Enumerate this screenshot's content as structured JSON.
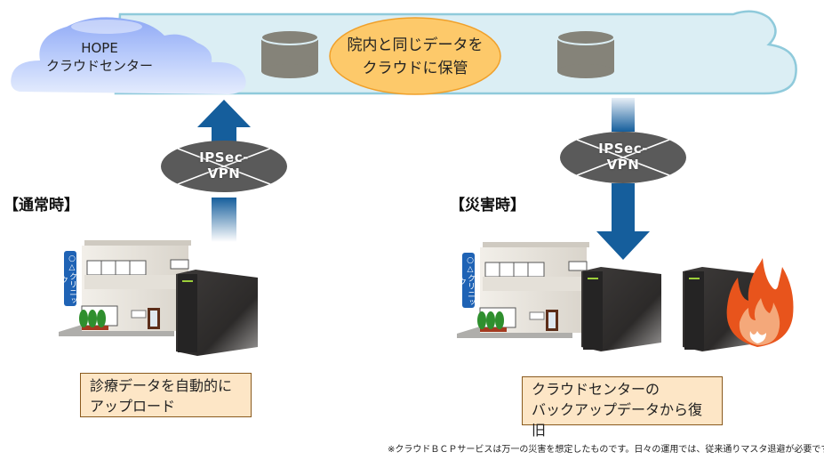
{
  "cloud": {
    "title_line1": "HOPE",
    "title_line2": "クラウドセンター",
    "storage_message_line1": "院内と同じデータを",
    "storage_message_line2": "クラウドに保管",
    "icons": [
      "cloud-icon",
      "database-icon",
      "database-icon"
    ]
  },
  "normal": {
    "title": "【通常時】",
    "vpn_line1": "IPSec-",
    "vpn_line2": "VPN",
    "arrow_direction": "up",
    "clinic_sign": "○△クリニック",
    "caption_line1": "診療データを自動的に",
    "caption_line2": "アップロード"
  },
  "disaster": {
    "title": "【災害時】",
    "vpn_line1": "IPSec-",
    "vpn_line2": "VPN",
    "arrow_direction": "down",
    "clinic_sign": "○△クリニック",
    "caption_line1": "クラウドセンターの",
    "caption_line2": "バックアップデータから復旧"
  },
  "footnote": "※クラウドＢＣＰサービスは万一の災害を想定したものです。日々の運用では、従来通りマスタ退避が必要です。",
  "colors": {
    "cloud_band": "#dbeef4",
    "cloud_band_border": "#8fcadb",
    "hope_cloud": "#a3b9f7",
    "ellipse_fill": "#fdc96a",
    "ellipse_border": "#f0a02a",
    "database": "#858379",
    "vpn_ellipse": "#5a5a5a",
    "arrow": "#155e9c",
    "note_fill": "#fde6c6",
    "note_border": "#8a5a1e",
    "flame_outer": "#e8541c",
    "flame_inner": "#f4a87a",
    "server": "#3a3838",
    "clinic_sign": "#1f63b5"
  }
}
